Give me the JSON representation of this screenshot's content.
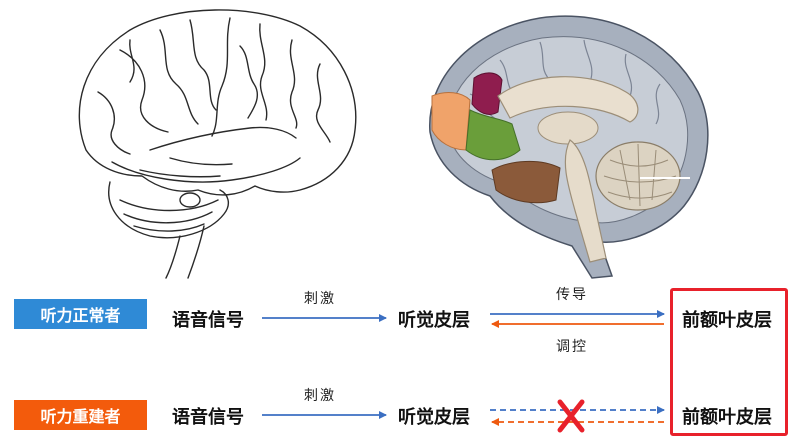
{
  "rows": [
    {
      "badge": "听力正常者",
      "source": "语音信号",
      "stimulus_label": "刺激",
      "middle": "听觉皮层",
      "forward_label": "传导",
      "backward_label": "调控",
      "target": "前额叶皮层",
      "connection": "intact"
    },
    {
      "badge": "听力重建者",
      "source": "语音信号",
      "stimulus_label": "刺激",
      "middle": "听觉皮层",
      "target": "前额叶皮层",
      "connection": "broken"
    }
  ],
  "colors": {
    "normal_badge": "#2f8ad6",
    "impaired_badge": "#f35b0c",
    "forward_arrow": "#3b6fc2",
    "backward_arrow": "#ee5a10",
    "cross": "#e8212b",
    "highlight_box": "#e8212b"
  },
  "illustrations": [
    "brain-lateral-outline",
    "brain-sagittal-colored"
  ]
}
